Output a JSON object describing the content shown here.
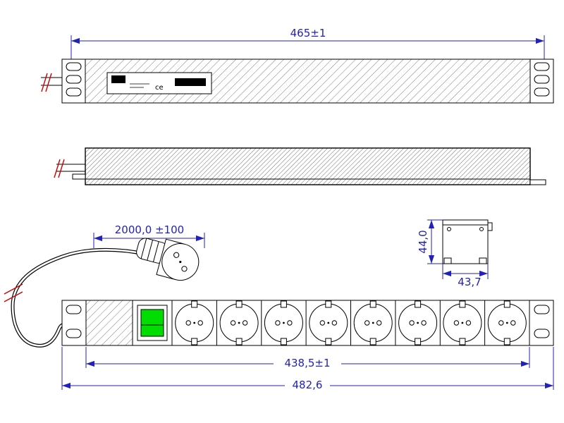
{
  "drawing": {
    "dims": {
      "top": "465±1",
      "cable": "2000,0 ±100",
      "end_height": "44,0",
      "end_width": "43,7",
      "span": "438,5±1",
      "total": "482,6"
    },
    "label": {
      "ce": "ce"
    },
    "front": {
      "socket_count": 8
    },
    "colors": {
      "dimension": "#2222bb",
      "outline": "#000000",
      "switch_green": "#00dd00",
      "break_mark_red": "#cc0000",
      "background": "#ffffff"
    }
  }
}
